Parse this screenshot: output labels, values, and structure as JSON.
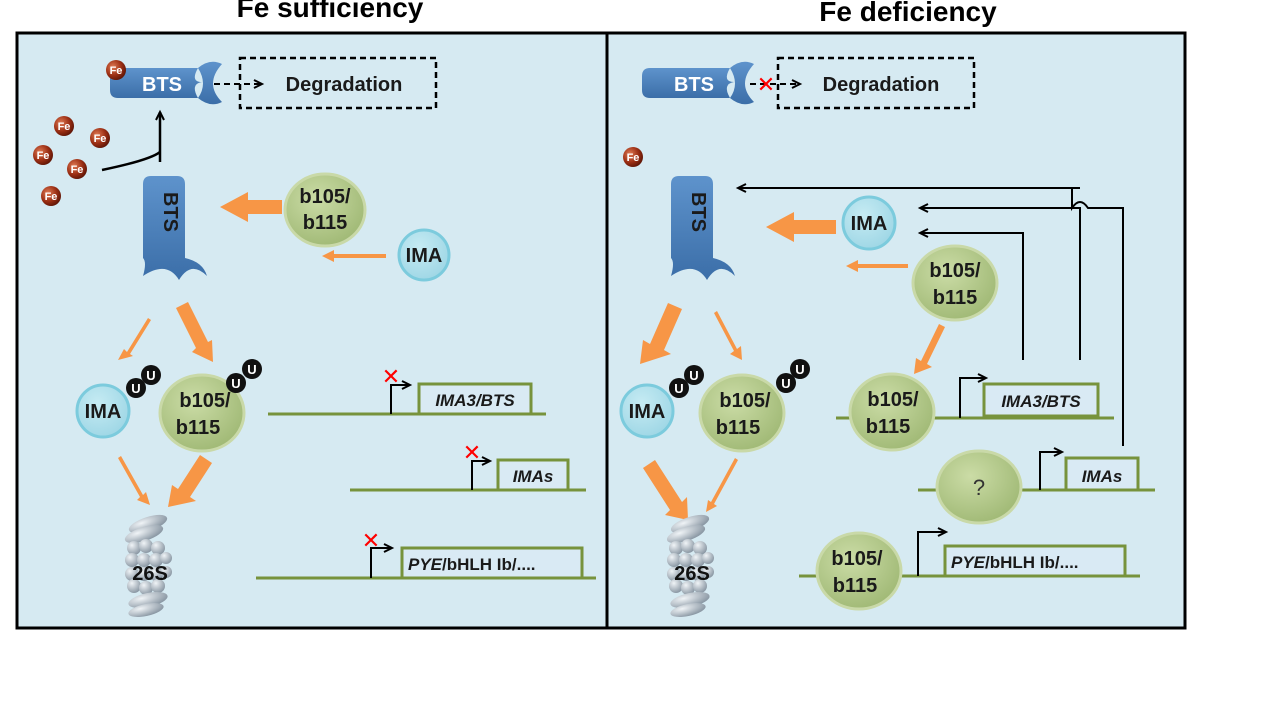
{
  "titles": {
    "left": "Fe sufficiency",
    "right": "Fe deficiency"
  },
  "labels": {
    "bts": "BTS",
    "degradation": "Degradation",
    "fe": "Fe",
    "b105_line1": "b105/",
    "b115_line2": "b115",
    "ima": "IMA",
    "ubiquitin": "U",
    "proteasome": "26S",
    "unknown": "?"
  },
  "genes": {
    "ima3_bts": "IMA3/BTS",
    "imas": "IMAs",
    "pye_italic": "PYE",
    "pye_rest": "/bHLH Ib/...."
  },
  "colors": {
    "panel_bg": "#d6eaf2",
    "bts_blue": "#4f81bd",
    "ima_fill": "#a9dbe8",
    "ima_stroke": "#7ccbdd",
    "bhlh_fill": "#b5c98a",
    "bhlh_stroke": "#c9d9a8",
    "orange_arrow": "#f79646",
    "gene_line": "#77933c",
    "fe_ball": "#8b2a12",
    "block_red": "#ff0000"
  }
}
